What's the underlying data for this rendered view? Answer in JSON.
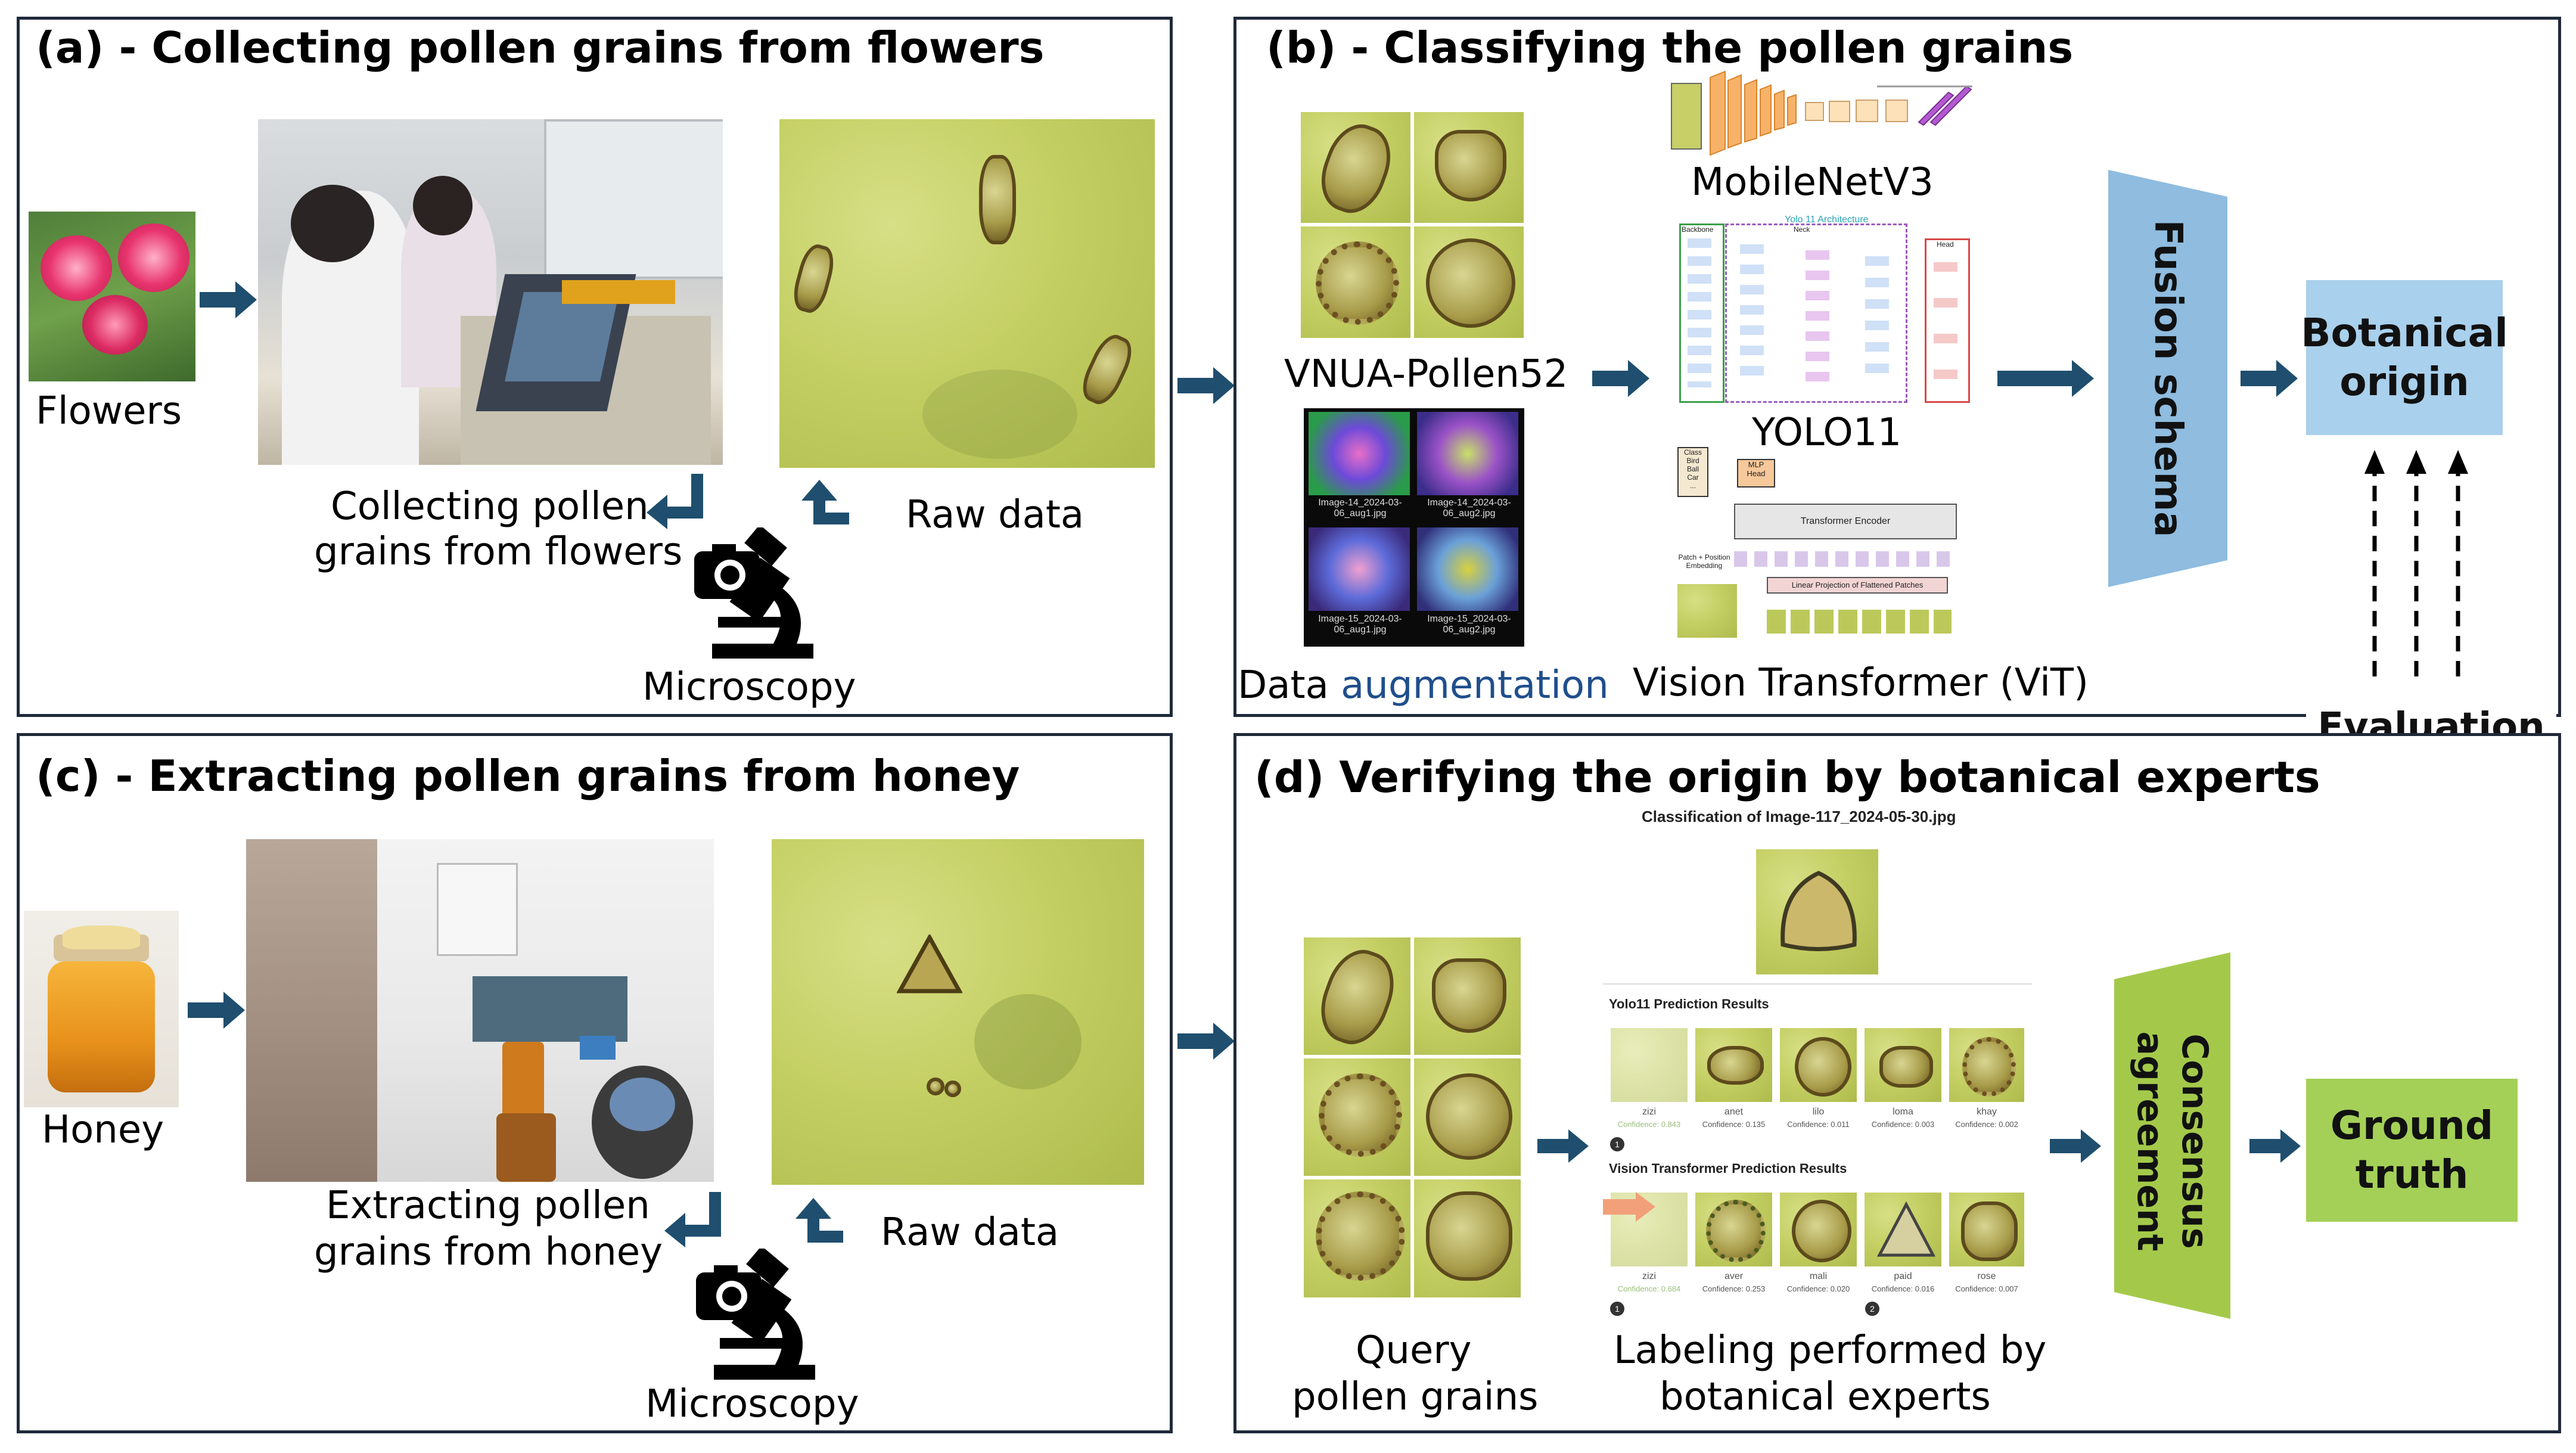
{
  "panels": {
    "a": {
      "title": "(a) - Collecting pollen grains from flowers",
      "flowers_label": "Flowers",
      "collect_label_1": "Collecting pollen",
      "collect_label_2": "grains from flowers",
      "raw_label": "Raw data",
      "microscopy_label": "Microscopy"
    },
    "b": {
      "title": "(b) -  Classifying the pollen grains",
      "dataset_label": "VNUA-Pollen52",
      "augmentation_label_1": "Data ",
      "augmentation_label_2": "augmentation",
      "model_1": "MobileNetV3",
      "model_2": "YOLO11",
      "model_3": "Vision Transformer (ViT)",
      "fusion_label": "Fusion schema",
      "aug_captions": [
        "Image-14_2024-03-06_aug1.jpg",
        "Image-14_2024-03-06_aug2.jpg",
        "Image-15_2024-03-06_aug1.jpg",
        "Image-15_2024-03-06_aug2.jpg"
      ],
      "yolo_diagram_title": "Yolo 11 Architecture",
      "yolo_sections": [
        "Backbone",
        "Neck",
        "Head"
      ],
      "vit_texts": {
        "class_box": "Class\nBird\nBall\nCar\n...",
        "mlp_head": "MLP\nHead",
        "encoder": "Transformer Encoder",
        "patch_embed": "Patch + Position\nEmbedding",
        "linear_proj": "Linear Projection of Flattened Patches"
      }
    },
    "c": {
      "title": "(c) - Extracting pollen grains from honey",
      "honey_label": "Honey",
      "extract_label_1": "Extracting pollen",
      "extract_label_2": "grains from honey",
      "raw_label": "Raw data",
      "microscopy_label": "Microscopy"
    },
    "d": {
      "title": "(d) Verifying the origin by botanical experts",
      "classification_title": "Classification of Image-117_2024-05-30.jpg",
      "yolo_results_title": "Yolo11 Prediction Results",
      "vit_results_title": "Vision Transformer Prediction Results",
      "yolo_results": [
        {
          "name": "zizi",
          "conf": "Confidence: 0.843"
        },
        {
          "name": "anet",
          "conf": "Confidence: 0.135"
        },
        {
          "name": "lilo",
          "conf": "Confidence: 0.011"
        },
        {
          "name": "loma",
          "conf": "Confidence: 0.003"
        },
        {
          "name": "khay",
          "conf": "Confidence: 0.002"
        }
      ],
      "vit_results": [
        {
          "name": "zizi",
          "conf": "Confidence: 0.684"
        },
        {
          "name": "aver",
          "conf": "Confidence: 0.253"
        },
        {
          "name": "mali",
          "conf": "Confidence: 0.020"
        },
        {
          "name": "paid",
          "conf": "Confidence: 0.016"
        },
        {
          "name": "rose",
          "conf": "Confidence: 0.007"
        }
      ],
      "yolo_badges": [
        "1"
      ],
      "vit_badges": [
        "1",
        "2"
      ],
      "query_label_1": "Query",
      "query_label_2": "pollen grains",
      "labeling_label_1": "Labeling performed by",
      "labeling_label_2": "botanical experts",
      "consensus_label_1": "Consensus",
      "consensus_label_2": "agreement"
    },
    "right": {
      "botanical_1": "Botanical",
      "botanical_2": "origin",
      "evaluation": "Evaluation",
      "ground_1": "Ground",
      "ground_2": "truth"
    }
  },
  "colors": {
    "panel_border": "#1f2a3a",
    "arrow": "#1f4e6e",
    "fusion": "#8fbcdf",
    "botanical_box": "#a9d0ec",
    "consensus": "#a4c94a",
    "ground_box": "#a4d058",
    "augmentation_text": "#1f4e8c"
  }
}
